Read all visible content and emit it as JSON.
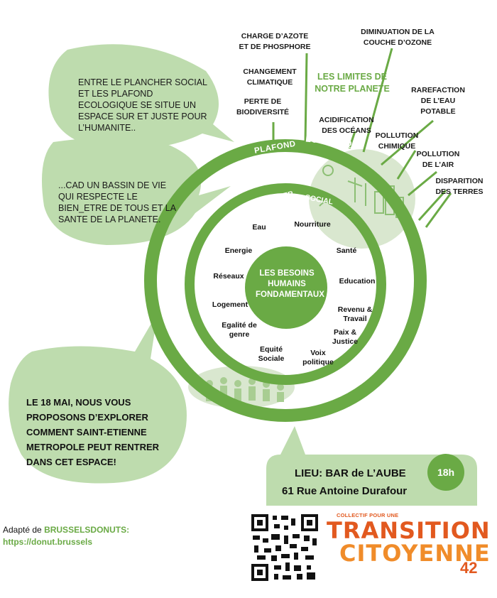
{
  "bubbles": {
    "top": "ENTRE LE PLANCHER SOCIAL ET LES PLAFOND ECOLOGIQUE SE SITUE UN ESPACE SUR ET JUSTE POUR L’HUMANITE..",
    "middle": "...CAD UN BASSIN DE VIE QUI RESPECTE LE BIEN_ETRE DE TOUS ET LA SANTE DE LA PLANETE.",
    "bottom": "LE 18 MAI, NOUS VOUS PROPOSONS D’EXPLORER COMMENT SAINT-ETIENNE METROPOLE PEUT RENTRER DANS CET ESPACE!"
  },
  "donut": {
    "outer_ring_label": "PLAFOND ECOLOGIQUE",
    "outer_ring_words": [
      "PLAFOND",
      "ECOLOGIQUE"
    ],
    "inner_ring_label": "PLANCHER SOCIAL",
    "inner_ring_words": [
      "PLANCHER",
      "SOCIAL"
    ],
    "center": "LES BESOINS HUMAINS FONDAMENTAUX",
    "limits_title": "LES LIMITES DE NOTRE PLANETE",
    "limits": [
      "CHARGE D’AZOTE ET DE PHOSPHORE",
      "DIMINUATION DE LA COUCHE D’OZONE",
      "CHANGEMENT CLIMATIQUE",
      "PERTE DE BIODIVERSITÉ",
      "ACIDIFICATION DES OCÉANS",
      "RAREFACTION DE L’EAU POTABLE",
      "POLLUTION CHIMIQUE",
      "POLLUTION DE L’AIR",
      "DISPARITION DES TERRES"
    ],
    "needs": [
      "Eau",
      "Nourriture",
      "Energie",
      "Santé",
      "Réseaux",
      "Education",
      "Logement",
      "Revenu & Travail",
      "Egalité de genre",
      "Paix & Justice",
      "Equité Sociale",
      "Voix politique"
    ]
  },
  "event": {
    "venue_line1": "LIEU: BAR de L’AUBE",
    "venue_line2": "61 Rue Antoine Durafour",
    "time": "18h"
  },
  "credit": {
    "prefix": "Adapté de ",
    "source_a": "BRUSSELS",
    "source_b": "DONUTS:",
    "url": "https://donut.brussels"
  },
  "brand": {
    "tagline": "COLLECTIF POUR UNE",
    "line1": "TRANSITION",
    "line2": "CITOYENNE",
    "number": "42"
  },
  "colors": {
    "green": "#6aaa45",
    "light_green": "#bedcae",
    "orange": "#e2591f",
    "orange_light": "#f08c2a"
  },
  "icons": {
    "qr": "qr-code-icon"
  }
}
